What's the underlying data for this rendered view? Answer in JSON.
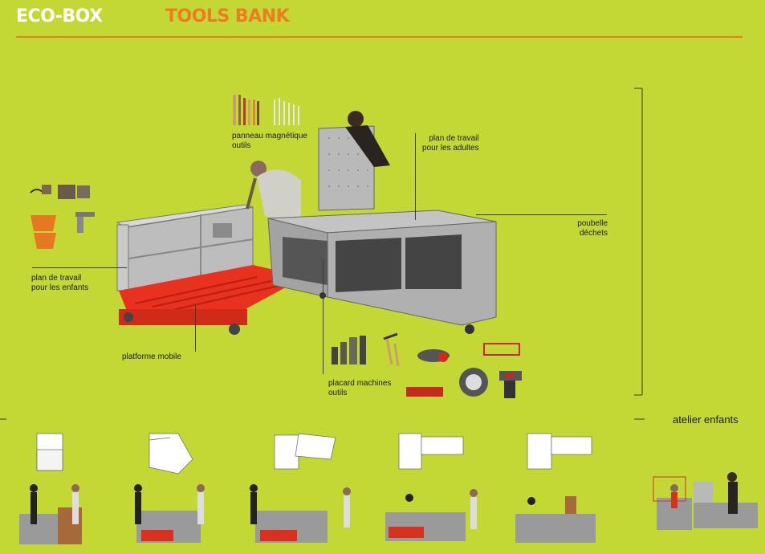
{
  "header": {
    "title_left": "ECO-BOX",
    "title_right": "TOOLS BANK"
  },
  "labels": {
    "panneau": [
      "panneau magnétique",
      "outils"
    ],
    "adultes": [
      "plan de travail",
      "pour les adultes"
    ],
    "poubelle": [
      "poubelle",
      "déchets"
    ],
    "enfants": [
      "plan de travail",
      "pour les enfants"
    ],
    "platforme": "platforme mobile",
    "placard": [
      "placard machines",
      "outils"
    ],
    "atelier": "atelier enfants"
  },
  "colors": {
    "background": "#c3d834",
    "title_accent": "#ee7d1f",
    "title_white": "#ffffff",
    "pallet_red": "#e8311f",
    "osb_grey": "#a7a7a7",
    "shelf_metal": "#c9c9c9"
  },
  "icons": {
    "tools_top": "hand-tools-icon",
    "tools_left": "workshop-tools-icon",
    "machines": "power-tools-icon"
  }
}
